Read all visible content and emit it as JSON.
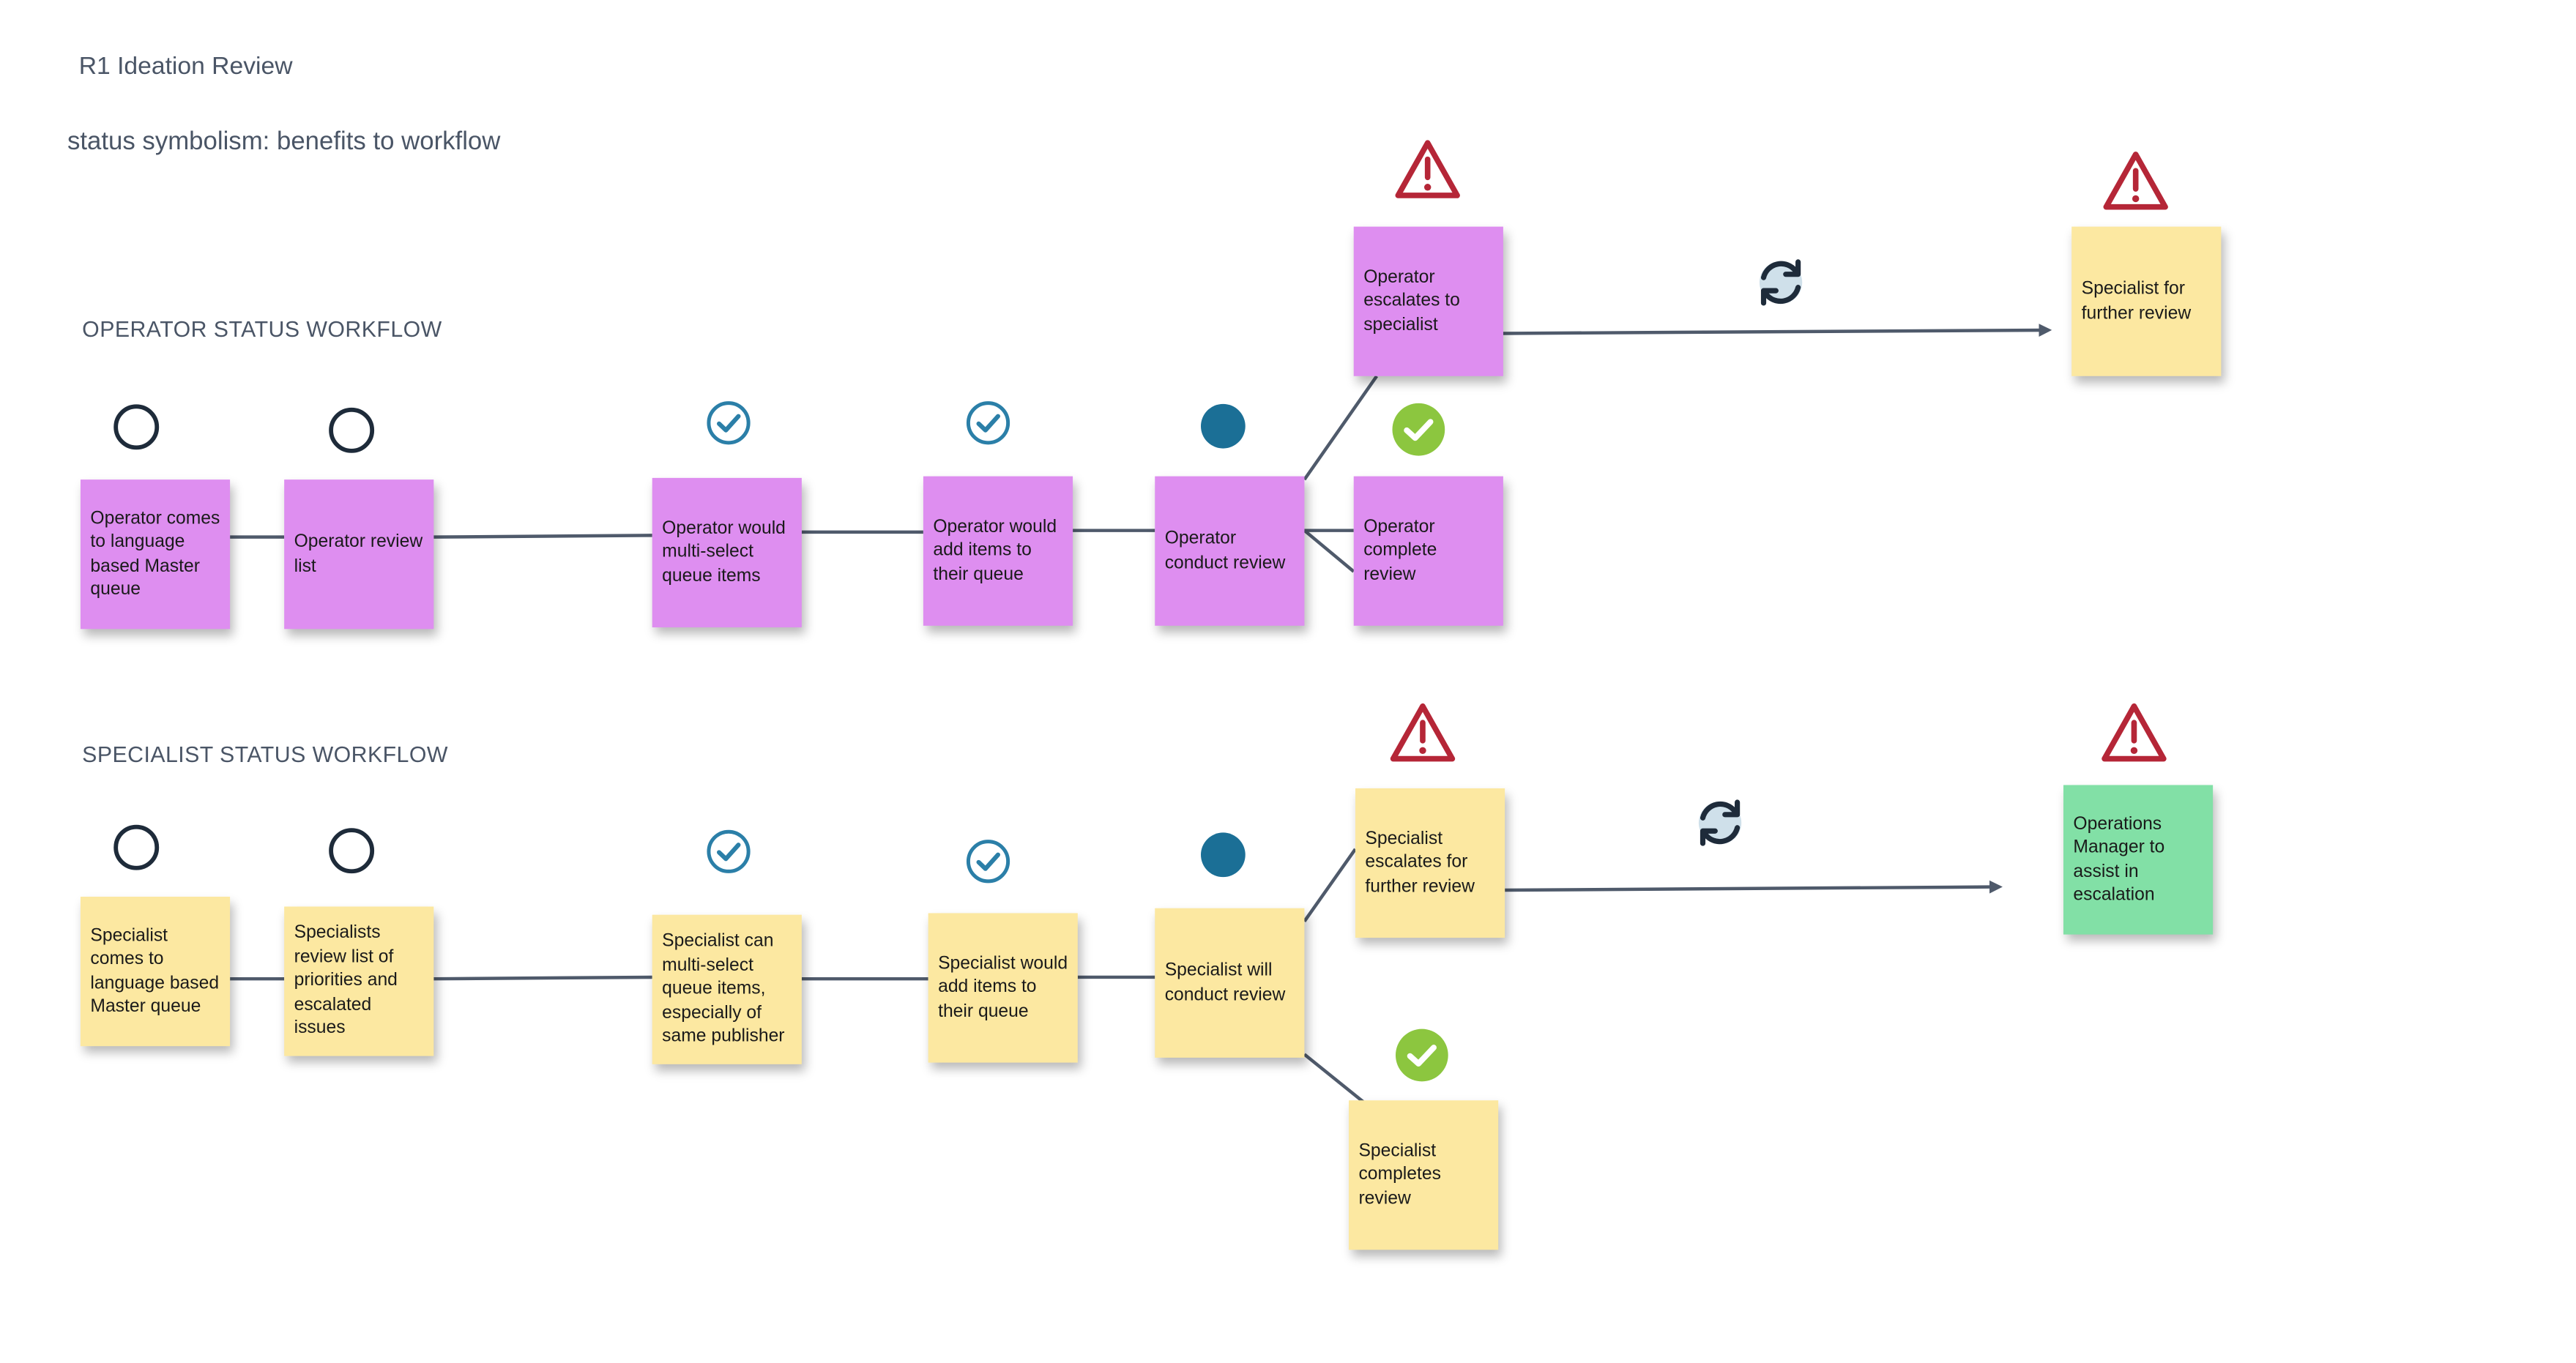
{
  "board": {
    "title": "R1 Ideation Review",
    "subtitle": "status symbolism: benefits to workflow"
  },
  "operator": {
    "heading": "OPERATOR STATUS WORKFLOW",
    "notes": [
      "Operator comes to language based Master queue",
      "Operator review list",
      "Operator would multi-select queue items",
      "Operator would add items to their queue",
      "Operator conduct review",
      "Operator escalates to specialist",
      "Operator complete review",
      "Specialist for further review"
    ]
  },
  "specialist": {
    "heading": "SPECIALIST STATUS WORKFLOW",
    "notes": [
      "Specialist comes to language based Master queue",
      "Specialists review list of priorities and escalated issues",
      "Specialist can multi-select queue items, especially of same publisher",
      "Specialist would add items to their queue",
      "Specialist will conduct review",
      "Specialist escalates for further review",
      "Specialist completes review",
      "Operations Manager to assist in escalation"
    ]
  },
  "colors": {
    "operator_note": "#de8ef0",
    "specialist_note": "#fce8a1",
    "manager_note": "#82e0a6",
    "connector": "#4f5a6b",
    "warning": "#b52637",
    "check_outline": "#2b7fa8",
    "in_progress": "#1b6f96",
    "complete": "#8cc63f"
  },
  "status_icons": [
    "empty-circle-icon",
    "check-circle-outline-icon",
    "filled-circle-icon",
    "check-circle-solid-icon",
    "warning-triangle-icon",
    "sync-icon"
  ]
}
